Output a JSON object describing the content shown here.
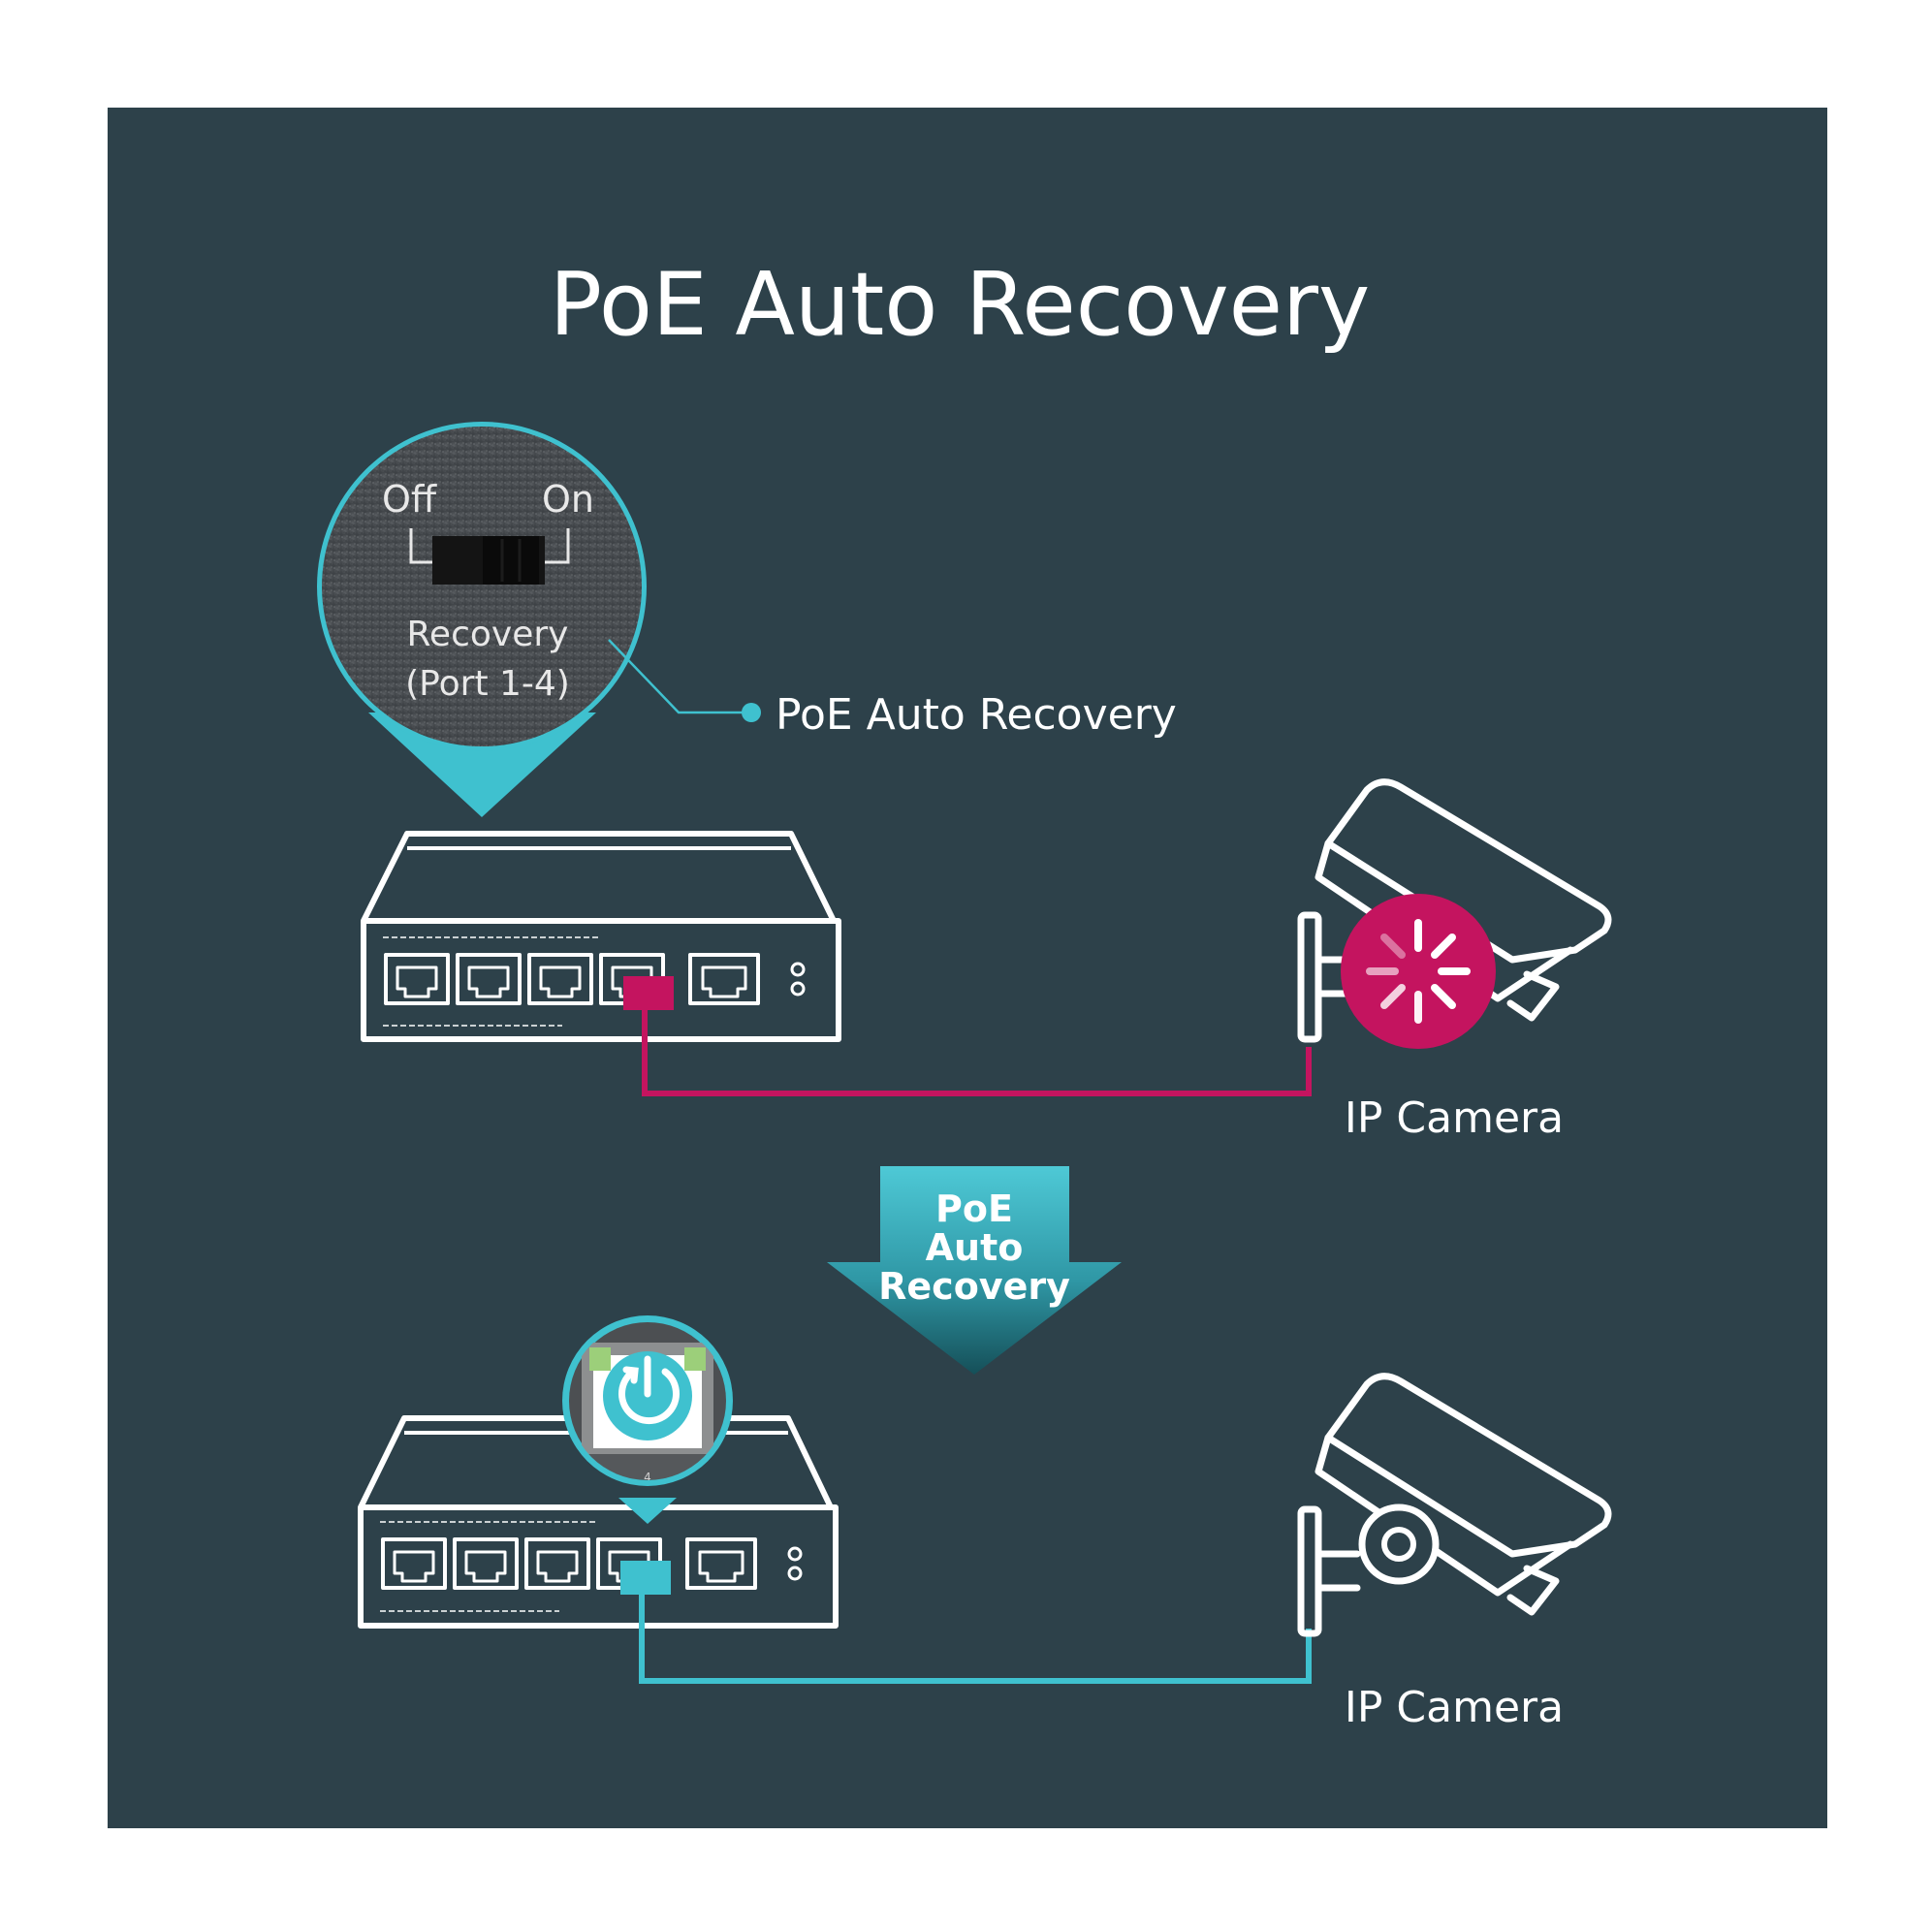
{
  "title": "PoE Auto Recovery",
  "switch_panel": {
    "off_label": "Off",
    "on_label": "On",
    "recovery_label": "Recovery",
    "port_range_label": "(Port 1-4)"
  },
  "callout_label": "PoE Auto Recovery",
  "arrow_label_lines": [
    "PoE",
    "Auto",
    "Recovery"
  ],
  "camera_label_top": "IP Camera",
  "camera_label_bottom": "IP Camera",
  "colors": {
    "background": "#2d414a",
    "outer": "#ffffff",
    "line_white": "#ffffff",
    "error_magenta": "#c4145f",
    "recovered_teal": "#3fc1cf",
    "arrow_teal_top": "#46c6d4",
    "arrow_teal_bottom": "#15555f"
  },
  "icons": [
    "switch-icon",
    "camera-icon",
    "loading-spinner-icon",
    "power-restart-icon",
    "lens-icon"
  ]
}
